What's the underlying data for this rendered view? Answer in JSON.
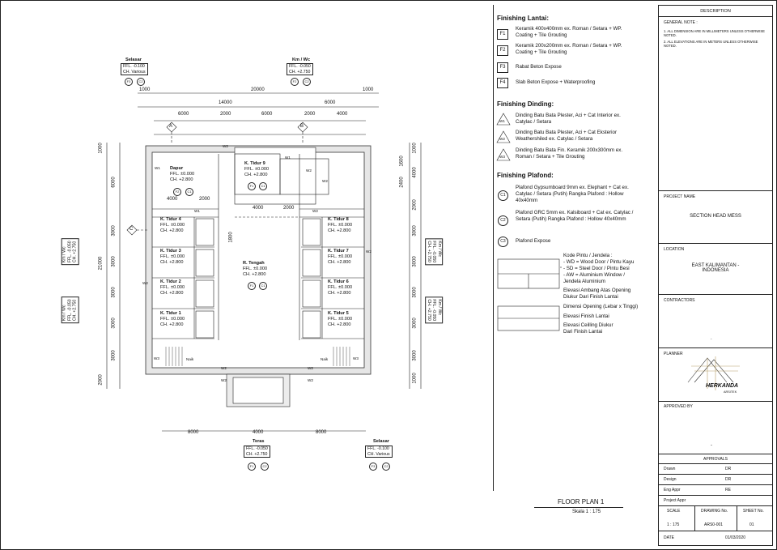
{
  "finishing_lantai": {
    "title": "Finishing Lantai:",
    "items": [
      {
        "code": "F1",
        "desc": "Keramik 400x400mm ex. Roman / Setara + WP. Coating + Tile Grouting"
      },
      {
        "code": "F2",
        "desc": "Keramik 200x200mm ex. Roman / Setara + WP. Coating + Tile Grouting"
      },
      {
        "code": "F3",
        "desc": "Rabat Beton Expose"
      },
      {
        "code": "F4",
        "desc": "Slab Beton Expose + Waterproofing"
      }
    ]
  },
  "finishing_dinding": {
    "title": "Finishing Dinding:",
    "items": [
      {
        "code": "W1",
        "desc": "Dinding Batu Bata Plester, Aci + Cat Interior ex. Catylac / Setara"
      },
      {
        "code": "W2",
        "desc": "Dinding Batu Bata Plester, Aci + Cat Eksterior Weathershiled ex. Catylac / Setara"
      },
      {
        "code": "W3",
        "desc": "Dinding Batu Bata Fin. Keramik 200x300mm ex. Roman / Setara + Tile Grouting"
      }
    ]
  },
  "finishing_plafond": {
    "title": "Finishing Plafond:",
    "items": [
      {
        "code": "C1",
        "desc": "Plafond Gypsumboard 9mm ex. Elephant + Cat ex. Catylac / Setara (Putih) Rangka Plafond : Hollow 40x40mm"
      },
      {
        "code": "C2",
        "desc": "Plafond GRC 5mm ex. Kalsiboard + Cat ex. Catylac / Setara (Putih) Rangka Plafond : Hollow 40x40mm"
      },
      {
        "code": "C3",
        "desc": "Plafond Expose"
      }
    ]
  },
  "door_legend": {
    "title": "Kode Pintu / Jendela :",
    "lines": [
      "- WD  = Wood Door / Pintu Kayu",
      "- SD   = Steel Door / Pintu Besi",
      "- AW   = Aluminium Window /",
      "              Jendela Aluminium"
    ],
    "notes": [
      "Elevasi Ambang Atas Opening",
      "Diukur Dari Finish Lantai",
      "Dimensi Opening (Lebar x Tinggi)",
      "Elevasi Finish Lantai",
      "Elevasi Ceilling Diukur",
      "Dari Finish Lantai"
    ]
  },
  "title_block": {
    "description": "DESCRIPTION",
    "general_note": "GENERAL NOTE :",
    "notes": [
      "1.   ALL DIMENSION ARE IN MILLIMETERS UNLESS OTHERWISE NOTED.",
      "2.   ALL ELEVATIONS ARE IN METERS UNLESS OTHERWISE NOTED."
    ],
    "project_name_label": "PROJECT NAME",
    "project_name": "SECTION HEAD MESS",
    "location_label": "LOCATION",
    "location": "EAST KALIMANTAN - INDONESIA",
    "contractors_label": "CONTRACTORS",
    "contractors_value": ".",
    "planner_label": "PLANNER",
    "planner_logo": "HERKANDA",
    "planner_sub": "ARSITEK",
    "approved_label": "APPROVED BY",
    "approved_value": "-",
    "approvals_label": "APPROVALS",
    "drawn_label": "Drawn",
    "drawn": "DR",
    "design_label": "Design",
    "design": "DR",
    "eng_label": "Eng Appr",
    "eng": "RE",
    "proj_appr_label": "Project Appr",
    "scale_label": "SCALE",
    "scale": "1 : 175",
    "drawing_no_label": "DRAWING No.",
    "drawing_no": "ARS0-001",
    "sheet_no_label": "SHEET No.",
    "sheet_no": "01",
    "date_label": "DATE",
    "date": "01/03/2020"
  },
  "plan": {
    "title": "FLOOR PLAN 1",
    "scale": "Skala 1 : 175",
    "rooms": {
      "dapur": {
        "name": "Dapur",
        "ffl": "FFL. ±0.000",
        "ch": "CH. +2.800"
      },
      "k9": {
        "name": "K. Tidur 9",
        "ffl": "FFL. ±0.000",
        "ch": "CH. +2.800"
      },
      "k4": {
        "name": "K. Tidur 4",
        "ffl": "FFL. ±0.000",
        "ch": "CH. +2.800"
      },
      "k3": {
        "name": "K. Tidur 3",
        "ffl": "FFL. ±0.000",
        "ch": "CH. +2.800"
      },
      "k2": {
        "name": "K. Tidur 2",
        "ffl": "FFL. ±0.000",
        "ch": "CH. +2.800"
      },
      "k1": {
        "name": "K. Tidur 1",
        "ffl": "FFL. ±0.000",
        "ch": "CH. +2.800"
      },
      "k8": {
        "name": "K. Tidur 8",
        "ffl": "FFL. ±0.000",
        "ch": "CH. +2.800"
      },
      "k7": {
        "name": "K. Tidur 7",
        "ffl": "FFL. ±0.000",
        "ch": "CH. +2.800"
      },
      "k6": {
        "name": "K. Tidur 6",
        "ffl": "FFL. ±0.000",
        "ch": "CH. +2.800"
      },
      "k5": {
        "name": "K. Tidur 5",
        "ffl": "FFL. ±0.000",
        "ch": "CH. +2.800"
      },
      "tengah": {
        "name": "R. Tengah",
        "ffl": "FFL. ±0.000",
        "ch": "CH. +2.800"
      }
    },
    "outside": {
      "selasar_tl": {
        "name": "Selasar",
        "ffl": "FFL. -0.100",
        "ch": "CH. Various"
      },
      "kmwc_top": {
        "name": "Km / Wc",
        "ffl": "FFL. -0.050",
        "ch": "CH. +2.750"
      },
      "teras": {
        "name": "Teras",
        "ffl": "FFL. -0.050",
        "ch": "CH. +2.750"
      },
      "selasar_b": {
        "name": "Selasar",
        "ffl": "FFL. -0.100",
        "ch": "CH. Various"
      },
      "kmwc_side": {
        "name": "Km / Wc",
        "ffl": "FFL. -0.050",
        "ch": "CH. +2.750"
      }
    },
    "dims_top": {
      "a": "1000",
      "b": "20000",
      "c": "1000",
      "d": "14000",
      "e": "6000",
      "f": "6000",
      "g": "2000",
      "h": "6000",
      "i": "2000",
      "j": "4000"
    },
    "dims_inner": {
      "dapur_w1": "4000",
      "dapur_w2": "2000",
      "mid1": "4000",
      "mid2": "2000",
      "v1800": "1800"
    },
    "dims_bottom": {
      "a": "8000",
      "b": "4000",
      "c": "8000"
    },
    "dims_left": [
      "1000",
      "6000",
      "3000",
      "3000",
      "3000",
      "3000",
      "3000",
      "2000",
      "21000"
    ],
    "dims_right": [
      "1000",
      "1600",
      "4000",
      "2400",
      "2000",
      "3000",
      "3000",
      "3000",
      "3000",
      "3000",
      "1000"
    ],
    "grid": {
      "a": "A",
      "b": "B",
      "c": "C"
    },
    "tags": {
      "f1": "F1",
      "f2": "F2",
      "f3": "F3",
      "c1": "C1",
      "c2": "C2",
      "w1": "W1",
      "w2": "W2",
      "w3": "W3",
      "stair": "Naik"
    }
  }
}
